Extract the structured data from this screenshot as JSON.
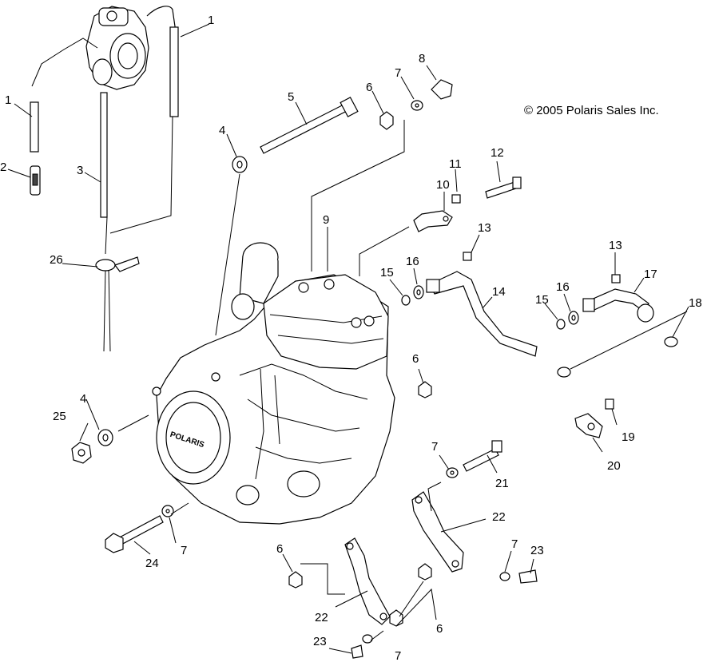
{
  "copyright": "© 2005 Polaris Sales Inc.",
  "engine_brand": "POLARIS",
  "callouts": [
    {
      "id": "c1a",
      "label": "1"
    },
    {
      "id": "c1b",
      "label": "1"
    },
    {
      "id": "c2",
      "label": "2"
    },
    {
      "id": "c3",
      "label": "3"
    },
    {
      "id": "c4a",
      "label": "4"
    },
    {
      "id": "c4b",
      "label": "4"
    },
    {
      "id": "c5",
      "label": "5"
    },
    {
      "id": "c6a",
      "label": "6"
    },
    {
      "id": "c6b",
      "label": "6"
    },
    {
      "id": "c6c",
      "label": "6"
    },
    {
      "id": "c6d",
      "label": "6"
    },
    {
      "id": "c7a",
      "label": "7"
    },
    {
      "id": "c7b",
      "label": "7"
    },
    {
      "id": "c7c",
      "label": "7"
    },
    {
      "id": "c7d",
      "label": "7"
    },
    {
      "id": "c7e",
      "label": "7"
    },
    {
      "id": "c8",
      "label": "8"
    },
    {
      "id": "c9",
      "label": "9"
    },
    {
      "id": "c10",
      "label": "10"
    },
    {
      "id": "c11",
      "label": "11"
    },
    {
      "id": "c12",
      "label": "12"
    },
    {
      "id": "c13a",
      "label": "13"
    },
    {
      "id": "c13b",
      "label": "13"
    },
    {
      "id": "c14",
      "label": "14"
    },
    {
      "id": "c15a",
      "label": "15"
    },
    {
      "id": "c15b",
      "label": "15"
    },
    {
      "id": "c16a",
      "label": "16"
    },
    {
      "id": "c16b",
      "label": "16"
    },
    {
      "id": "c17",
      "label": "17"
    },
    {
      "id": "c18",
      "label": "18"
    },
    {
      "id": "c19",
      "label": "19"
    },
    {
      "id": "c20",
      "label": "20"
    },
    {
      "id": "c21",
      "label": "21"
    },
    {
      "id": "c22a",
      "label": "22"
    },
    {
      "id": "c22b",
      "label": "22"
    },
    {
      "id": "c23a",
      "label": "23"
    },
    {
      "id": "c23b",
      "label": "23"
    },
    {
      "id": "c24",
      "label": "24"
    },
    {
      "id": "c25",
      "label": "25"
    },
    {
      "id": "c26",
      "label": "26"
    }
  ]
}
